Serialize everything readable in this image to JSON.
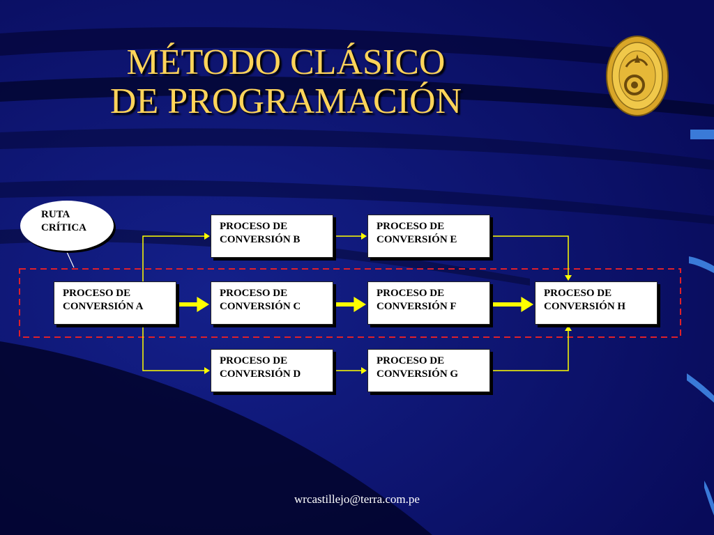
{
  "slide": {
    "title_line1": "MÉTODO CLÁSICO",
    "title_line2": "DE PROGRAMACIÓN",
    "footer_email": "wrcastillejo@terra.com.pe"
  },
  "callout": {
    "line1": "RUTA",
    "line2": "CRÍTICA"
  },
  "nodes": [
    {
      "id": "A",
      "line1": "PROCESO DE",
      "line2": "CONVERSIÓN A"
    },
    {
      "id": "B",
      "line1": "PROCESO DE",
      "line2": "CONVERSIÓN B"
    },
    {
      "id": "C",
      "line1": "PROCESO DE",
      "line2": "CONVERSIÓN C"
    },
    {
      "id": "D",
      "line1": "PROCESO DE",
      "line2": "CONVERSIÓN D"
    },
    {
      "id": "E",
      "line1": "PROCESO DE",
      "line2": "CONVERSIÓN E"
    },
    {
      "id": "F",
      "line1": "PROCESO DE",
      "line2": "CONVERSIÓN F"
    },
    {
      "id": "G",
      "line1": "PROCESO DE",
      "line2": "CONVERSIÓN G"
    },
    {
      "id": "H",
      "line1": "PROCESO DE",
      "line2": "CONVERSIÓN H"
    }
  ],
  "edges": [
    {
      "from": "A",
      "to": "B",
      "critical": false
    },
    {
      "from": "A",
      "to": "C",
      "critical": true
    },
    {
      "from": "A",
      "to": "D",
      "critical": false
    },
    {
      "from": "B",
      "to": "E",
      "critical": false
    },
    {
      "from": "C",
      "to": "F",
      "critical": true
    },
    {
      "from": "D",
      "to": "G",
      "critical": false
    },
    {
      "from": "E",
      "to": "H",
      "critical": false
    },
    {
      "from": "F",
      "to": "H",
      "critical": true
    },
    {
      "from": "G",
      "to": "H",
      "critical": false
    }
  ],
  "colors": {
    "background": "#0b0f6e",
    "title": "#ffd45a",
    "arrow": "#ffff00",
    "critical_path_outline": "#e0202a",
    "box_fill": "#ffffff"
  }
}
